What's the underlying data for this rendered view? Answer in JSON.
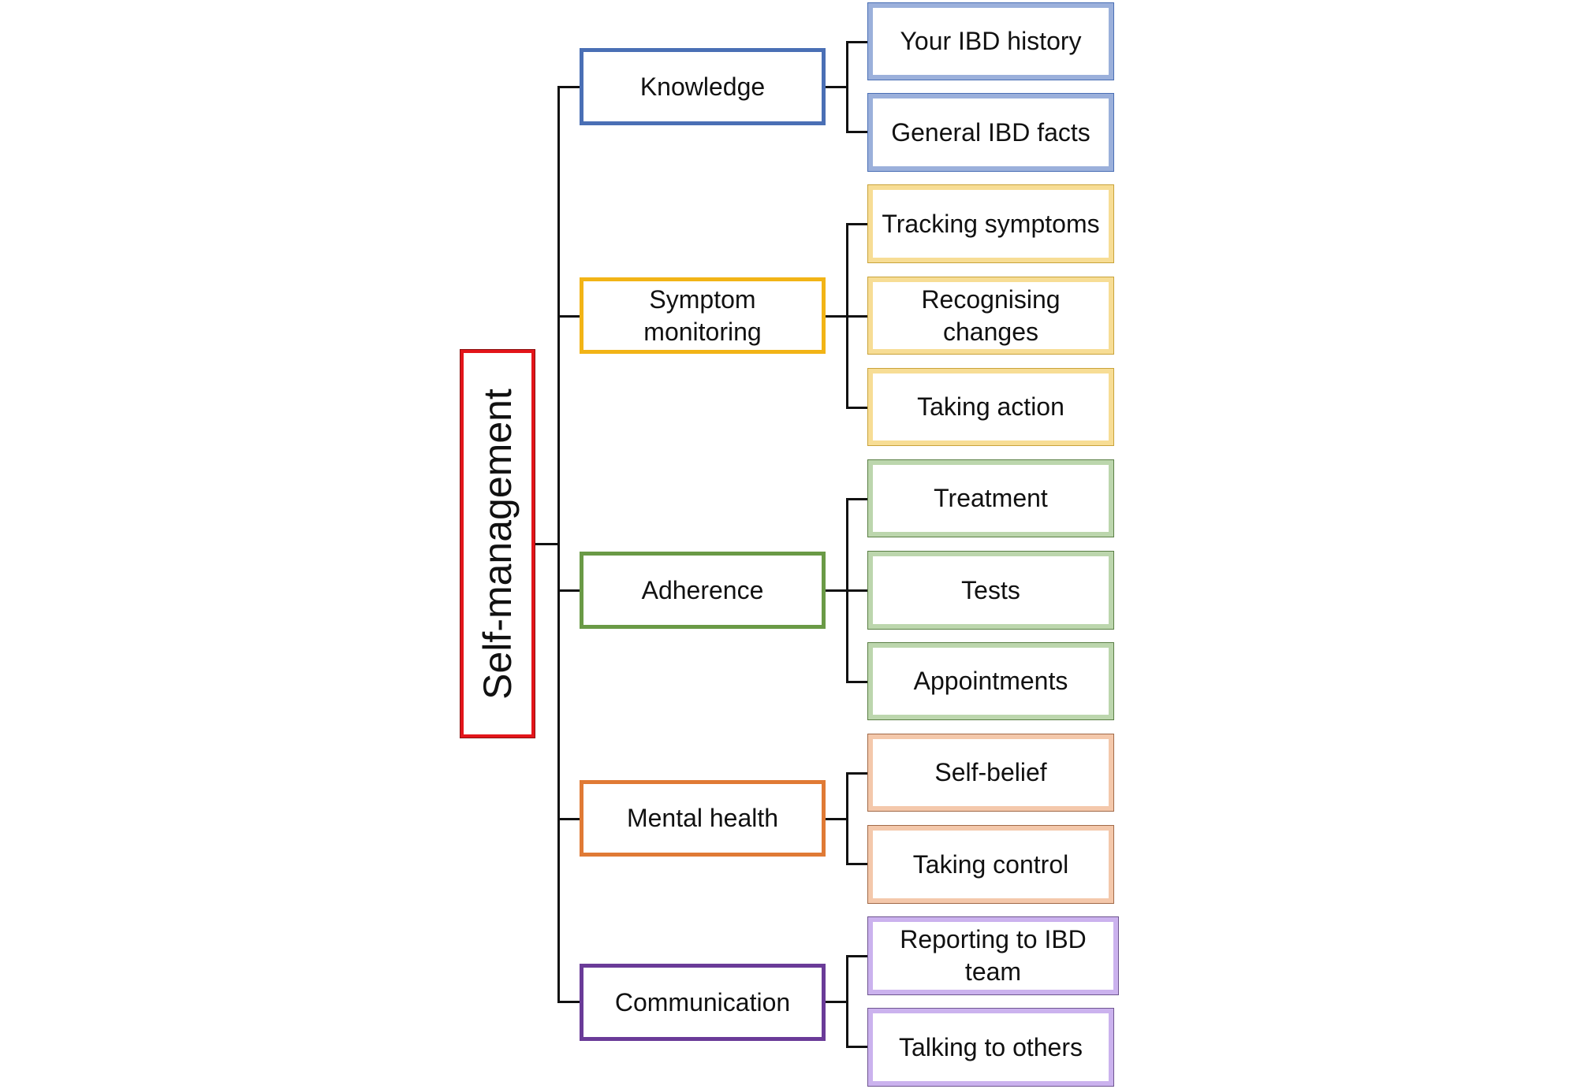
{
  "root": {
    "label": "Self-management",
    "color": "#e3151a"
  },
  "categories": [
    {
      "label": "Knowledge",
      "border": "#4a6fb5",
      "light": "#9bb0db",
      "children": [
        "Your IBD history",
        "General IBD facts"
      ]
    },
    {
      "label": "Symptom monitoring",
      "border": "#f2b416",
      "light": "#f7dd95",
      "children": [
        "Tracking symptoms",
        "Recognising changes",
        "Taking action"
      ]
    },
    {
      "label": "Adherence",
      "border": "#6a9a46",
      "light": "#bcd6ad",
      "children": [
        "Treatment",
        "Tests",
        "Appointments"
      ]
    },
    {
      "label": "Mental health",
      "border": "#e07a35",
      "light": "#f4c8ab",
      "children": [
        "Self-belief",
        "Taking control"
      ]
    },
    {
      "label": "Communication",
      "border": "#6a3b98",
      "light": "#cbb2ee",
      "children": [
        "Reporting to IBD team",
        "Talking to others"
      ]
    }
  ]
}
